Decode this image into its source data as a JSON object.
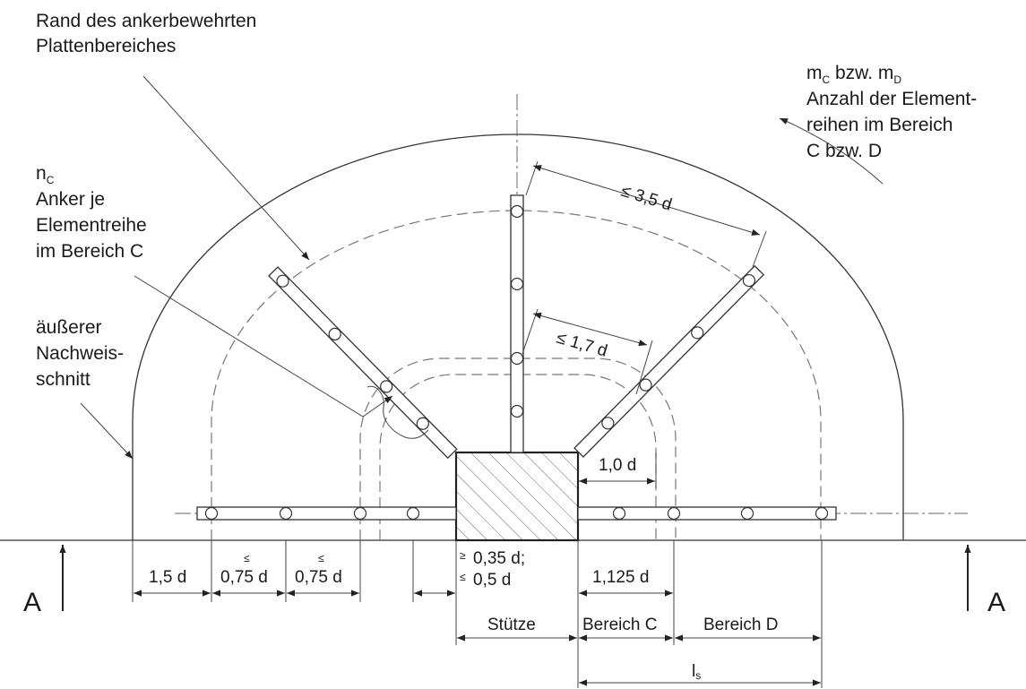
{
  "labels": {
    "rand_line1": "Rand des ankerbewehrten",
    "rand_line2": "Plattenbereiches",
    "m_line1_a": "m",
    "m_line1_sub_c": "C",
    "m_line1_mid": " bzw. m",
    "m_line1_sub_d": "D",
    "m_line2": "Anzahl der Element-",
    "m_line3": "reihen im Bereich",
    "m_line4": "C bzw. D",
    "n_main": "n",
    "n_sub": "C",
    "n_line2": "Anker je",
    "n_line3": "Elementreihe",
    "n_line4": "im Bereich C",
    "outer_line1": "äußerer",
    "outer_line2": "Nachweis-",
    "outer_line3": "schnitt",
    "section_left": "A",
    "section_right": "A"
  },
  "dimensions": {
    "d_3_5": "≤ 3,5 d",
    "d_1_7": "≤ 1,7 d",
    "d_1_0": "1,0 d",
    "d_1_5": "1,5 d",
    "le_1": "≤",
    "d_0_75_a": "0,75 d",
    "le_2": "≤",
    "d_0_75_b": "0,75 d",
    "ge_sym": "≥",
    "d_0_35": "0,35 d;",
    "le_sym": "≤",
    "d_0_5": "0,5 d",
    "d_1_125": "1,125 d",
    "stuetze": "Stütze",
    "bereich_c": "Bereich C",
    "bereich_d": "Bereich D",
    "ls_main": "l",
    "ls_sub": "s"
  }
}
